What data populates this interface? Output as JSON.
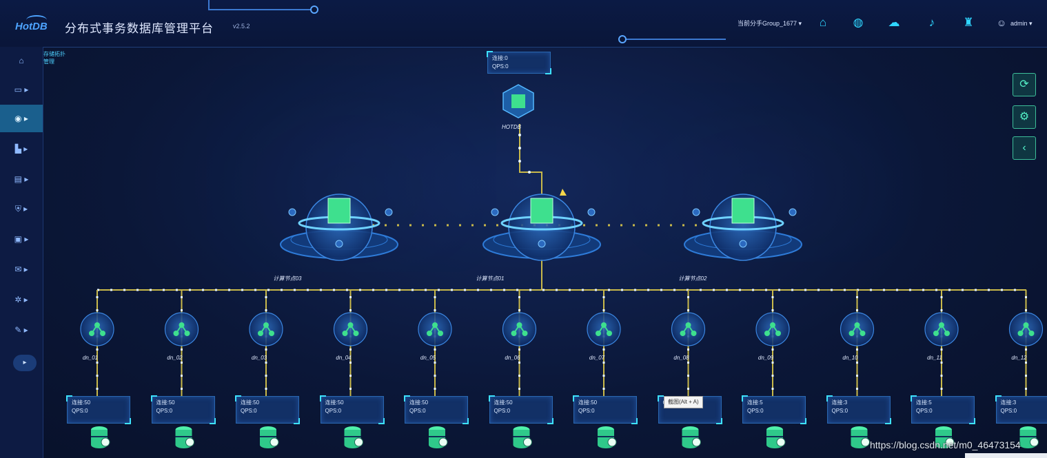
{
  "header": {
    "logo_text": "HotDB",
    "title": "分布式事务数据库管理平台",
    "version": "v2.5.2",
    "group_selector": "当前分手Group_1677 ▾",
    "user": "admin ▾",
    "icons": [
      "home-icon",
      "globe-icon",
      "cloud-icon",
      "bell-icon",
      "shirt-icon",
      "user-icon"
    ]
  },
  "sidebar": {
    "items": [
      {
        "icon": "home-icon",
        "glyph": "⌂"
      },
      {
        "icon": "monitor-icon",
        "glyph": "▭ ▸"
      },
      {
        "icon": "eye-icon",
        "glyph": "◉ ▸"
      },
      {
        "icon": "chart-icon",
        "glyph": "▙ ▸"
      },
      {
        "icon": "database-icon",
        "glyph": "▤ ▸"
      },
      {
        "icon": "shield-icon",
        "glyph": "⛨ ▸"
      },
      {
        "icon": "clipboard-icon",
        "glyph": "▣ ▸"
      },
      {
        "icon": "mail-icon",
        "glyph": "✉ ▸"
      },
      {
        "icon": "gear-icon",
        "glyph": "✲ ▸"
      },
      {
        "icon": "wrench-icon",
        "glyph": "✎ ▸"
      }
    ],
    "toggle": "▸",
    "menu_label": "存储拓扑管理"
  },
  "tools": {
    "refresh_glyph": "⟳",
    "settings_glyph": "⚙",
    "collapse_glyph": "‹"
  },
  "topology": {
    "gateway": {
      "conn": "连接:0",
      "qps": "QPS:0",
      "label": "HOTDB"
    },
    "compute_nodes": [
      {
        "label": "计算节点03",
        "master": false
      },
      {
        "label": "计算节点01",
        "master": true
      },
      {
        "label": "计算节点02",
        "master": false
      }
    ],
    "data_nodes": [
      {
        "label": "dn_01",
        "conn": "连接:50",
        "qps": "QPS:0"
      },
      {
        "label": "dn_02",
        "conn": "连接:50",
        "qps": "QPS:0"
      },
      {
        "label": "dn_03",
        "conn": "连接:50",
        "qps": "QPS:0"
      },
      {
        "label": "dn_04",
        "conn": "连接:50",
        "qps": "QPS:0"
      },
      {
        "label": "dn_05",
        "conn": "连接:50",
        "qps": "QPS:0"
      },
      {
        "label": "dn_06",
        "conn": "连接:50",
        "qps": "QPS:0"
      },
      {
        "label": "dn_07",
        "conn": "连接:50",
        "qps": "QPS:0"
      },
      {
        "label": "dn_08",
        "conn": "",
        "qps": "QPS:0"
      },
      {
        "label": "dn_09",
        "conn": "连接:5",
        "qps": "QPS:0"
      },
      {
        "label": "dn_10",
        "conn": "连接:3",
        "qps": "QPS:0"
      },
      {
        "label": "dn_11",
        "conn": "连接:5",
        "qps": "QPS:0"
      },
      {
        "label": "dn_12",
        "conn": "连接:3",
        "qps": "QPS:0"
      }
    ],
    "tooltip": "截图(Alt + A)"
  },
  "watermark": "https://blog.csdn.net/m0_46473154"
}
